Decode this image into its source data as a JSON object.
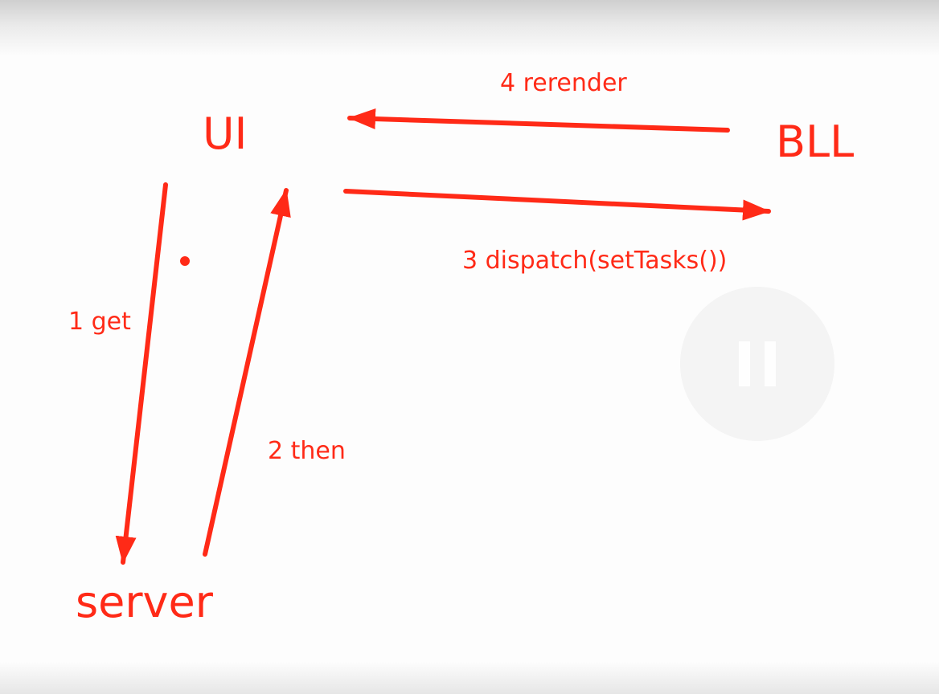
{
  "colors": {
    "ink": "#ff2a17",
    "background": "#fdfdfd"
  },
  "nodes": {
    "ui": "UI",
    "bll": "BLL",
    "server": "server"
  },
  "edges": {
    "get": "1 get",
    "then": "2 then",
    "dispatch": "3 dispatch(setTasks())",
    "rerender": "4 rerender"
  },
  "video_control": {
    "icon": "pause-icon"
  }
}
